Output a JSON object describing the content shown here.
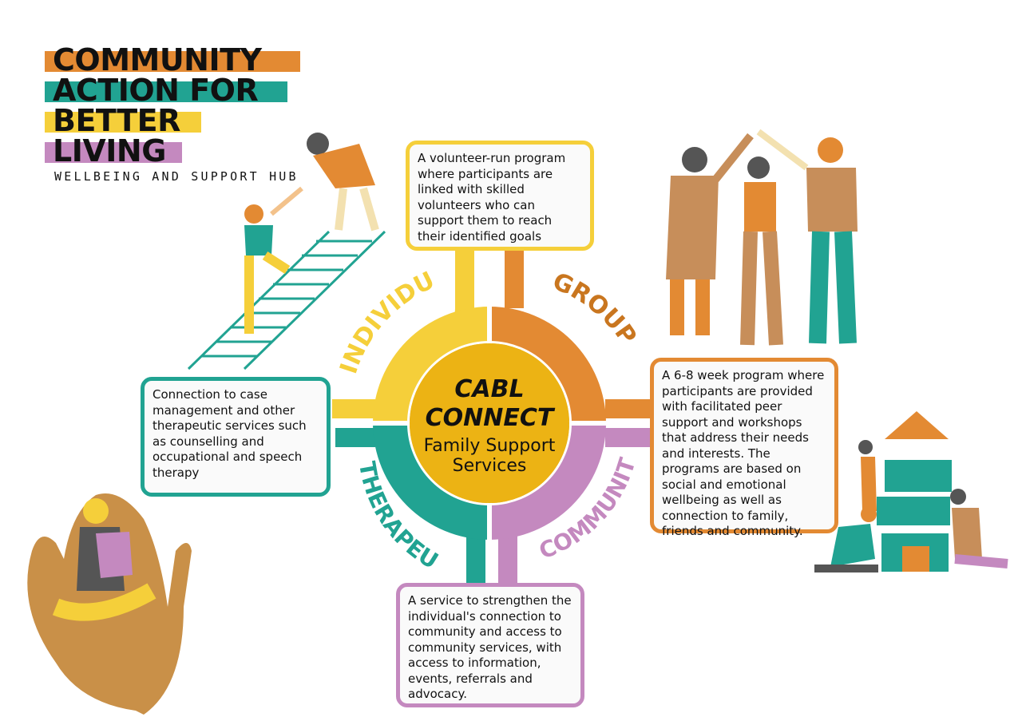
{
  "logo": {
    "lines": [
      "COMMUNITY",
      "ACTION FOR",
      "BETTER",
      "LIVING"
    ],
    "tagline": "WELLBEING AND SUPPORT HUB"
  },
  "center": {
    "title_line1": "CABL",
    "title_line2": "CONNECT",
    "subtitle_line1": "Family Support",
    "subtitle_line2": "Services"
  },
  "quadrants": {
    "individual": {
      "label": "INDIVIDUAL",
      "color": "#f5cf3a",
      "description": "A volunteer-run program where participants are linked with skilled volunteers who can support them to reach their identified goals"
    },
    "group": {
      "label": "GROUP",
      "color": "#e38a33",
      "description": "A 6-8 week program where participants are provided with facilitated peer support and workshops that address their needs and interests. The programs are based on social and emotional wellbeing as well as connection to family, friends and community."
    },
    "therapeutic": {
      "label": "THERAPEUTIC",
      "color": "#21a392",
      "description": "Connection to case management and other therapeutic services such as counselling and occupational and speech therapy"
    },
    "community": {
      "label": "COMMUNITY",
      "color": "#c489bf",
      "description": "A service to strengthen the individual's connection to community and access to community services, with access to information, events, referrals and advocacy."
    }
  },
  "colors": {
    "center": "#ecb314",
    "ink": "#111111"
  }
}
